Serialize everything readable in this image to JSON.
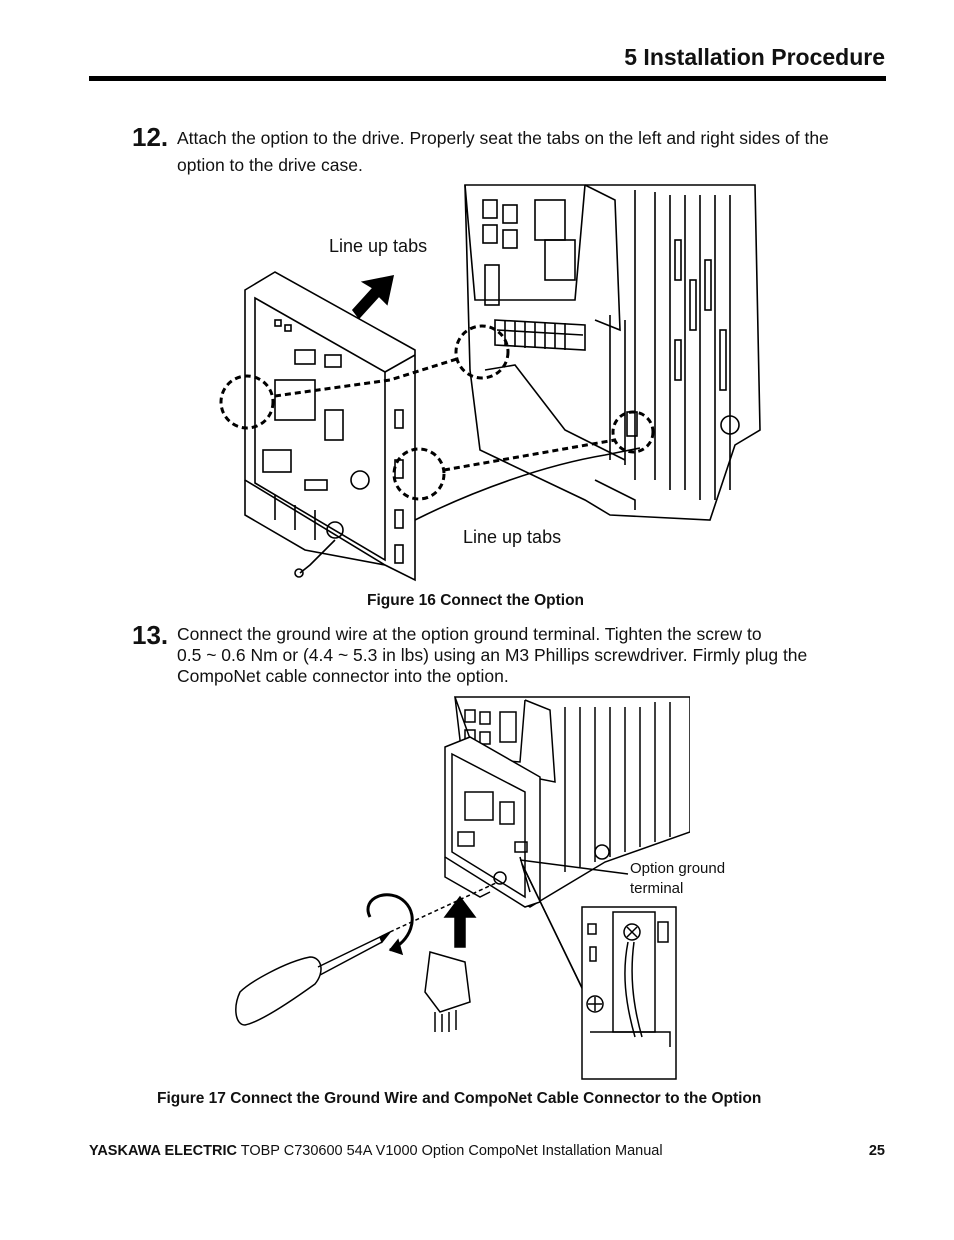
{
  "header": {
    "section_title": "5  Installation Procedure"
  },
  "steps": [
    {
      "number": "12.",
      "lines": [
        "Attach the option to the drive. Properly seat the tabs on the left and right sides of the",
        "option to the drive case."
      ]
    },
    {
      "number": "13.",
      "lines": [
        "Connect the ground wire at the option ground terminal. Tighten the screw to",
        "0.5 ~ 0.6 Nm or (4.4 ~ 5.3 in lbs) using an M3 Phillips screwdriver. Firmly plug the",
        "CompoNet cable connector into the option."
      ]
    }
  ],
  "figure16": {
    "caption": "Figure 16  Connect the Option",
    "label_top": "Line up tabs",
    "label_bottom": "Line up tabs"
  },
  "figure17": {
    "caption": "Figure 17  Connect the Ground Wire and CompoNet Cable Connector to the Option",
    "label_line1": "Option ground",
    "label_line2": "terminal"
  },
  "footer": {
    "company": "YASKAWA ELECTRIC",
    "manual": " TOBP C730600 54A V1000 Option CompoNet Installation Manual",
    "page_number": "25"
  }
}
